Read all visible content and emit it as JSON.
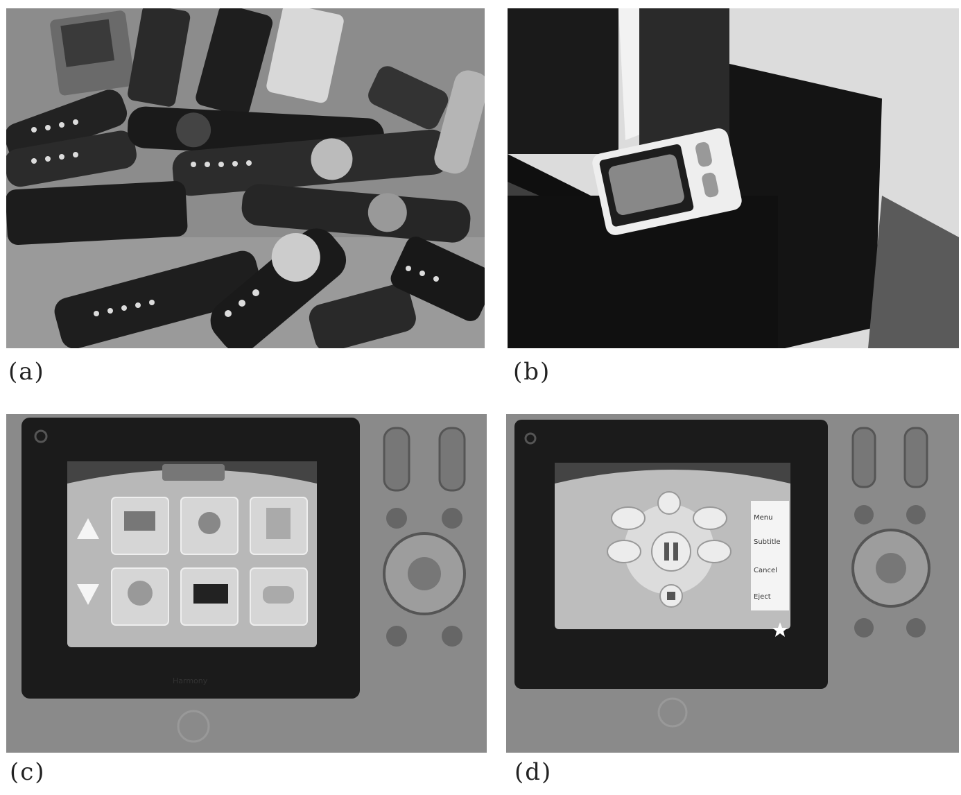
{
  "figure": {
    "panels": [
      {
        "id": "a",
        "caption": "(a)",
        "icon": "remote-pile-photo"
      },
      {
        "id": "b",
        "caption": "(b)",
        "icon": "universal-remote-in-room-photo"
      },
      {
        "id": "c",
        "caption": "(c)",
        "icon": "remote-touchscreen-menu-photo"
      },
      {
        "id": "d",
        "caption": "(d)",
        "icon": "remote-touchscreen-playback-photo"
      }
    ]
  },
  "screen_d": {
    "menu_items": [
      "Menu",
      "Subtitle",
      "Cancel",
      "Eject"
    ]
  }
}
